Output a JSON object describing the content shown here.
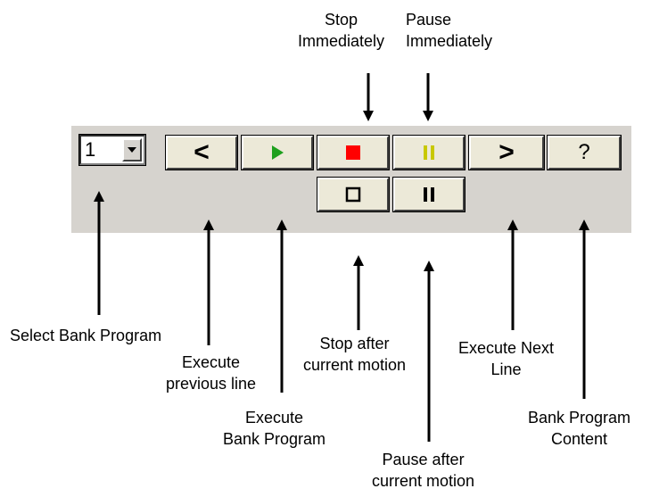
{
  "toolbar": {
    "bank_select_value": "1",
    "prev_label": "<",
    "next_label": ">",
    "content_label": "?"
  },
  "colors": {
    "panel": "#d6d3ce",
    "button_face": "#ece9d8",
    "play_green": "#1ea01e",
    "stop_red": "#ff0000",
    "pause_yellow": "#c8c800",
    "black": "#000000"
  },
  "icons": {
    "play": "play-triangle",
    "stop": "red-square",
    "pause": "yellow-pause-bars",
    "stop_after": "hollow-square",
    "pause_after": "black-pause-bars"
  },
  "annotations": {
    "stop_immediately": [
      "Stop",
      "Immediately"
    ],
    "pause_immediately": [
      "Pause",
      "Immediately"
    ],
    "select_bank_program": [
      "Select Bank Program"
    ],
    "execute_previous": [
      "Execute",
      "previous line"
    ],
    "execute_bank_program": [
      "Execute",
      "Bank Program"
    ],
    "stop_after_motion": [
      "Stop after",
      "current motion"
    ],
    "pause_after_motion": [
      "Pause after",
      "current motion"
    ],
    "execute_next": [
      "Execute Next",
      "Line"
    ],
    "bank_program_content": [
      "Bank Program",
      "Content"
    ]
  }
}
